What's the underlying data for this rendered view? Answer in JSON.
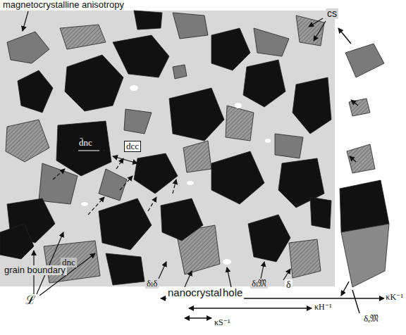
{
  "diagram": {
    "labels": [
      "magnetocrystalline anisotropy",
      "cs",
      "d̄nc",
      "dcc",
      "dnc",
      "grain boundary",
      "ℒ",
      "δₗδ",
      "nanocrystal",
      "hole",
      "δₗ𝔐",
      "δ",
      "δₑ𝔐",
      "κK⁻¹",
      "κH⁻¹",
      "κS⁻¹"
    ]
  }
}
